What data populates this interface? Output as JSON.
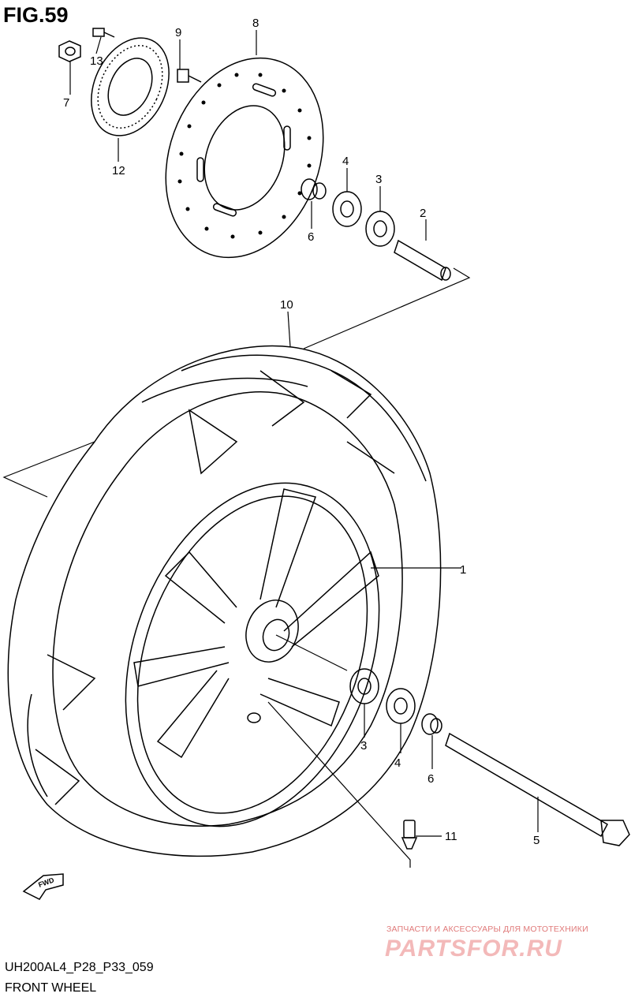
{
  "figure": {
    "title": "FIG.59",
    "code": "UH200AL4_P28_P33_059",
    "name": "FRONT WHEEL"
  },
  "callouts": [
    {
      "id": "1",
      "label": "1",
      "part": "wheel"
    },
    {
      "id": "2",
      "label": "2",
      "part": "spacer"
    },
    {
      "id": "3a",
      "label": "3",
      "part": "bearing"
    },
    {
      "id": "3b",
      "label": "3",
      "part": "bearing"
    },
    {
      "id": "4a",
      "label": "4",
      "part": "bearing"
    },
    {
      "id": "4b",
      "label": "4",
      "part": "bearing"
    },
    {
      "id": "5",
      "label": "5",
      "part": "axle"
    },
    {
      "id": "6a",
      "label": "6",
      "part": "collar"
    },
    {
      "id": "6b",
      "label": "6",
      "part": "collar"
    },
    {
      "id": "7",
      "label": "7",
      "part": "nut"
    },
    {
      "id": "8",
      "label": "8",
      "part": "brake-disc"
    },
    {
      "id": "9",
      "label": "9",
      "part": "disc-bolt"
    },
    {
      "id": "10",
      "label": "10",
      "part": "tire"
    },
    {
      "id": "11",
      "label": "11",
      "part": "valve"
    },
    {
      "id": "12",
      "label": "12",
      "part": "sensor-rotor"
    },
    {
      "id": "13",
      "label": "13",
      "part": "rotor-bolt"
    }
  ],
  "fwd_arrow": {
    "label": "FWD"
  },
  "watermark": {
    "tagline": "ЗАПЧАСТИ И АКСЕССУАРЫ ДЛЯ МОТОТЕХНИКИ",
    "logo": "PARTSFOR.RU",
    "color": "#e07a7a"
  }
}
